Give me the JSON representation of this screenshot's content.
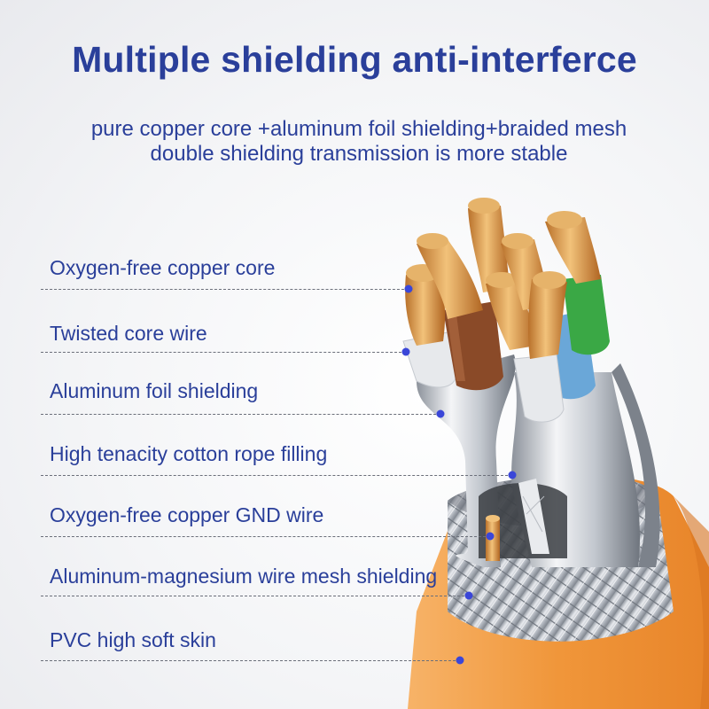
{
  "title": "Multiple shielding anti-interferce",
  "subtitle": {
    "line1": "pure copper core +aluminum foil shielding+braided mesh",
    "line2": "double shielding transmission is more stable"
  },
  "layers": [
    {
      "label": "Oxygen-free copper core"
    },
    {
      "label": "Twisted core wire"
    },
    {
      "label": "Aluminum foil shielding"
    },
    {
      "label": "High tenacity cotton rope filling"
    },
    {
      "label": "Oxygen-free copper GND wire"
    },
    {
      "label": "Aluminum-magnesium wire mesh shielding"
    },
    {
      "label": "PVC high soft skin"
    }
  ],
  "colors": {
    "text": "#2a3f9a",
    "dot": "#3a46d8",
    "jacket": "#f09a3e",
    "copper": "#d9953e"
  }
}
